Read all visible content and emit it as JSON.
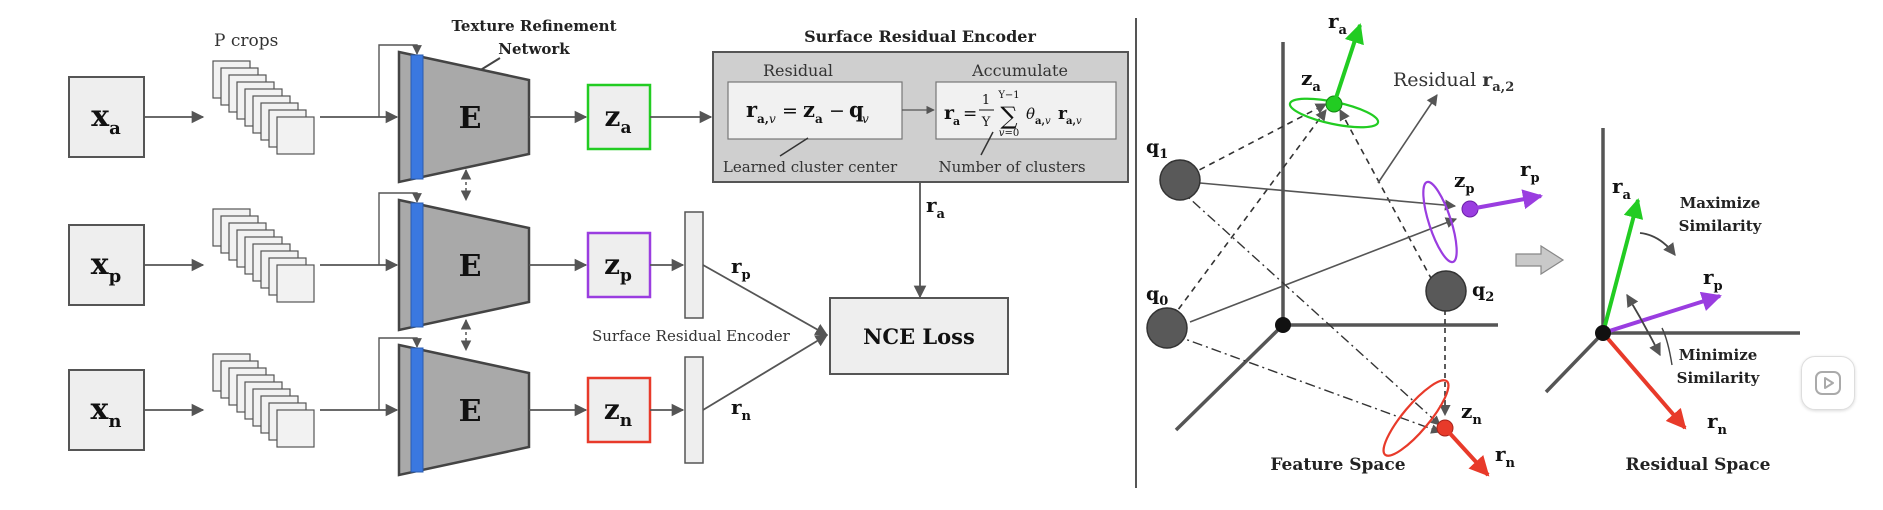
{
  "left_diagram": {
    "p_crops_label": "P crops",
    "texture_refinement_label": [
      "Texture Refinement",
      "Network"
    ],
    "encoder_label": "E",
    "inputs": [
      {
        "base": "x",
        "sub": "a"
      },
      {
        "base": "x",
        "sub": "p"
      },
      {
        "base": "x",
        "sub": "n"
      }
    ],
    "outputs": [
      {
        "base": "z",
        "sub": "a",
        "color": "#22cc22"
      },
      {
        "base": "z",
        "sub": "p",
        "color": "#9a3de0"
      },
      {
        "base": "z",
        "sub": "n",
        "color": "#e83a2a"
      }
    ],
    "residual_labels": [
      {
        "base": "r",
        "sub": "a"
      },
      {
        "base": "r",
        "sub": "p"
      },
      {
        "base": "r",
        "sub": "n"
      }
    ],
    "surface_residual_encoder": {
      "title": "Surface Residual Encoder",
      "residual_header": "Residual",
      "accumulate_header": "Accumulate",
      "residual_formula": "r_a,v = z_a − q_v",
      "accumulate_formula": "r_a = 1/Υ Σ_{v=0}^{Υ−1} θ_a,v r_a,v",
      "learned_cluster_label": "Learned cluster center",
      "num_clusters_label": "Number of clusters"
    },
    "surface_residual_encoder_small": "Surface Residual Encoder",
    "nce_loss_label": "NCE Loss"
  },
  "feature_space": {
    "caption": "Feature Space",
    "residual_annotation": {
      "text": "Residual",
      "base": "r",
      "sub": "a,2"
    },
    "cluster_labels": [
      {
        "base": "q",
        "sub": "1"
      },
      {
        "base": "q",
        "sub": "0"
      },
      {
        "base": "q",
        "sub": "2"
      }
    ],
    "point_labels": [
      {
        "base": "z",
        "sub": "a"
      },
      {
        "base": "z",
        "sub": "p"
      },
      {
        "base": "z",
        "sub": "n"
      }
    ],
    "vector_labels": [
      {
        "base": "r",
        "sub": "a"
      },
      {
        "base": "r",
        "sub": "p"
      },
      {
        "base": "r",
        "sub": "n"
      }
    ]
  },
  "residual_space": {
    "caption": "Residual Space",
    "maximize_label": [
      "Maximize",
      "Similarity"
    ],
    "minimize_label": [
      "Minimize",
      "Similarity"
    ],
    "vector_labels": [
      {
        "base": "r",
        "sub": "a"
      },
      {
        "base": "r",
        "sub": "p"
      },
      {
        "base": "r",
        "sub": "n"
      }
    ]
  },
  "colors": {
    "anchor": "#22cc22",
    "positive": "#9a3de0",
    "negative": "#e83a2a",
    "encoder_fill": "#a9a9a9",
    "texture_bar": "#3a78e0"
  },
  "icons": {
    "play_button": "play-icon"
  }
}
